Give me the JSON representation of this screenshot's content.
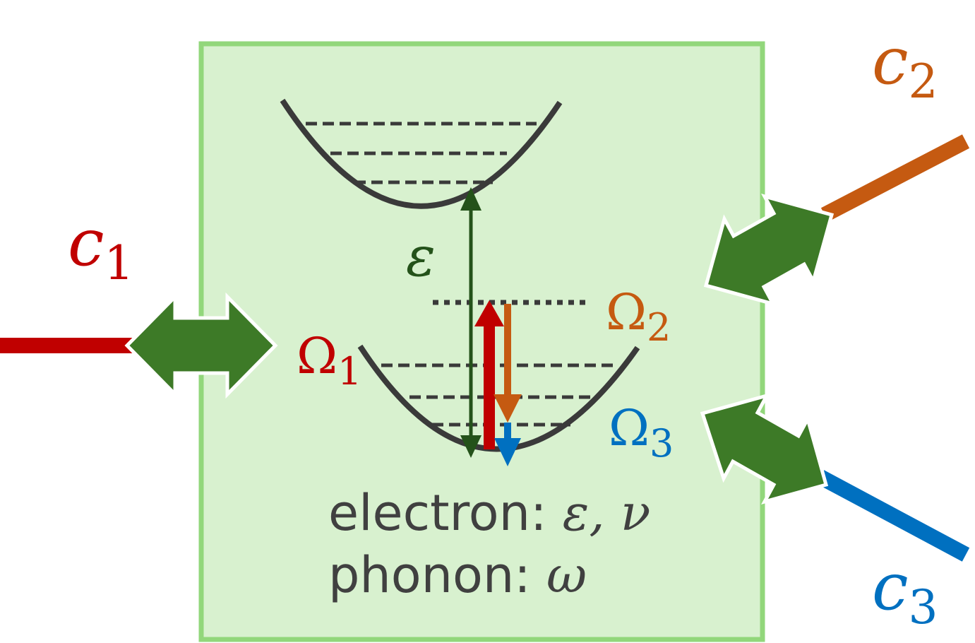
{
  "colors": {
    "box_fill": "#d8f1cf",
    "box_border": "#92d77b",
    "coupling_arrow": "#3d7a27",
    "curve": "#3a3a3a",
    "epsilon_arrow": "#24521a",
    "channel_1": "#c00000",
    "channel_2": "#c55a11",
    "channel_3": "#0070c0",
    "text": "#404040"
  },
  "channels": [
    {
      "symbol": "c",
      "index": "1",
      "color": "#c00000"
    },
    {
      "symbol": "c",
      "index": "2",
      "color": "#c55a11"
    },
    {
      "symbol": "c",
      "index": "3",
      "color": "#0070c0"
    }
  ],
  "transitions": {
    "epsilon": "ε",
    "omega_1": {
      "symbol": "Ω",
      "index": "1"
    },
    "omega_2": {
      "symbol": "Ω",
      "index": "2"
    },
    "omega_3": {
      "symbol": "Ω",
      "index": "3"
    }
  },
  "labels": {
    "electron_prefix": "electron: ",
    "electron_params": "ε, ν",
    "phonon_prefix": "phonon: ",
    "phonon_param": "ω"
  },
  "icons": {
    "coupling": "double-headed-arrow",
    "excitation": "vertical-arrow"
  }
}
